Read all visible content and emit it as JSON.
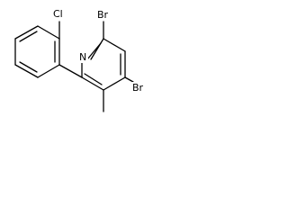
{
  "structure": {
    "labels": {
      "bromine_top": "Br",
      "bromine_right": "Br",
      "nitrogen": "N",
      "chlorine": "Cl"
    }
  }
}
